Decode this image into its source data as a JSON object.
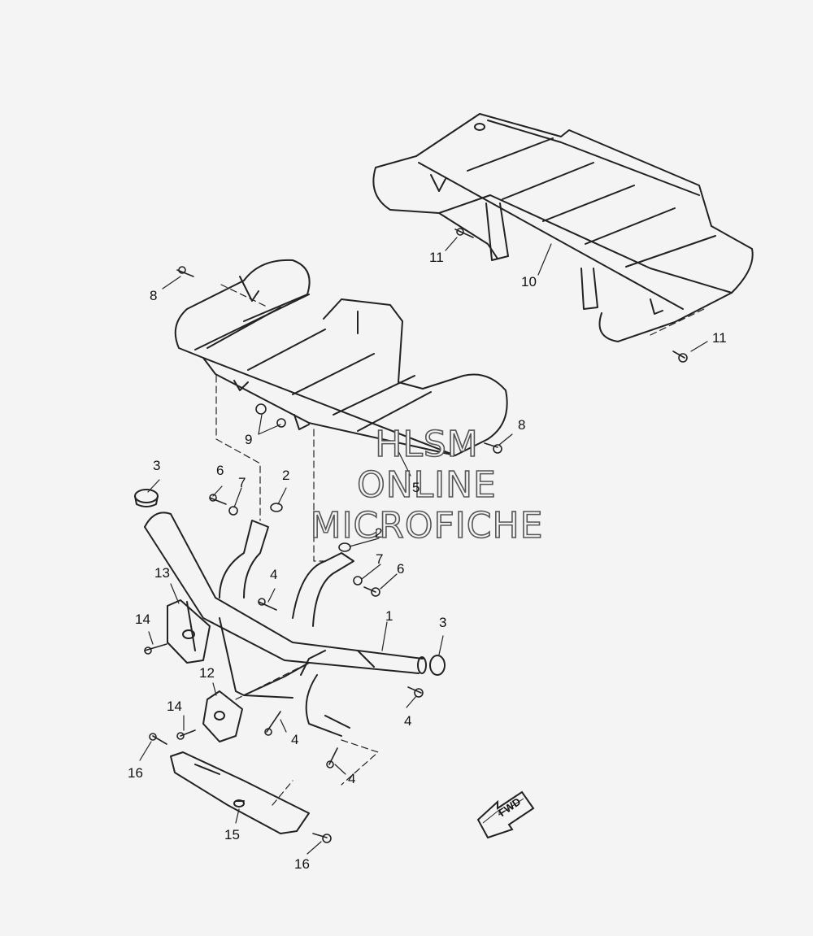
{
  "callouts": {
    "c1": "1",
    "c2a": "2",
    "c2b": "2",
    "c3a": "3",
    "c3b": "3",
    "c4a": "4",
    "c4b": "4",
    "c4c": "4",
    "c4d": "4",
    "c5": "5",
    "c6a": "6",
    "c6b": "6",
    "c7a": "7",
    "c7b": "7",
    "c8a": "8",
    "c8b": "8",
    "c9": "9",
    "c10": "10",
    "c11a": "11",
    "c11b": "11",
    "c12": "12",
    "c13": "13",
    "c14a": "14",
    "c14b": "14",
    "c15": "15",
    "c16a": "16",
    "c16b": "16"
  },
  "watermark": {
    "line1": "HLSM",
    "line2": "ONLINE",
    "line3": "MICROFICHE"
  },
  "fwd_label": "FWD",
  "colors": {
    "background": "#f4f4f4",
    "line": "#222222",
    "watermark_outline": "#555555"
  }
}
